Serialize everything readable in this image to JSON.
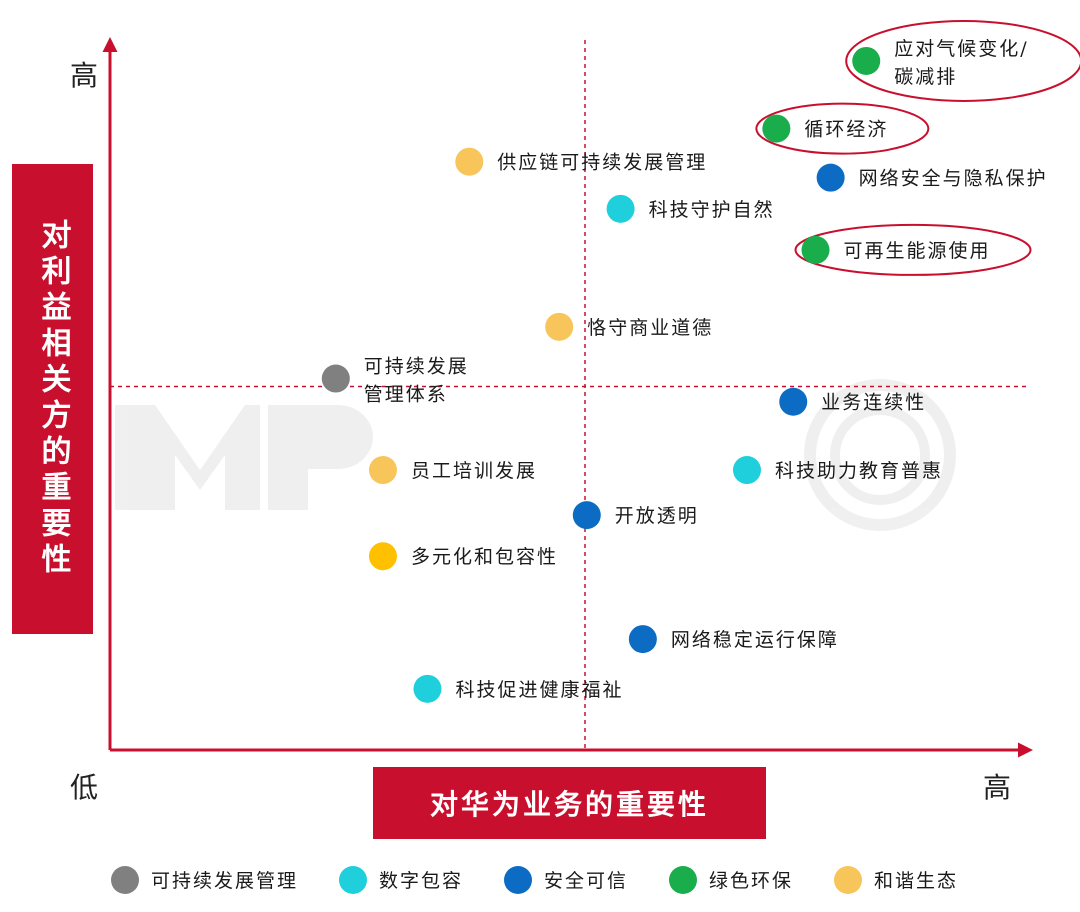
{
  "chart_data": {
    "type": "scatter",
    "xlabel": "对华为业务的重要性",
    "ylabel": "对利益相关方的重要性",
    "x_low": "低",
    "x_high": "高",
    "y_high": "高",
    "xlim": [
      0,
      100
    ],
    "ylim": [
      0,
      100
    ],
    "divider_x": 50,
    "divider_y": 50,
    "grid": false,
    "legend_position": "bottom",
    "colors": {
      "管理": "#808080",
      "数字": "#1fcfdc",
      "安全": "#0c6cc4",
      "绿色": "#1aad4b",
      "和谐": "#f7c55a",
      "和谐深": "#ffc000",
      "axis": "#c8102e"
    },
    "legend": [
      {
        "key": "管理",
        "label": "可持续发展管理"
      },
      {
        "key": "数字",
        "label": "数字包容"
      },
      {
        "key": "安全",
        "label": "安全可信"
      },
      {
        "key": "绿色",
        "label": "绿色环保"
      },
      {
        "key": "和谐",
        "label": "和谐生态"
      }
    ],
    "points": [
      {
        "label": "应对气候变化/",
        "label2": "碳减排",
        "x": 81.6,
        "y": 99.1,
        "cat": "绿色",
        "highlight": true
      },
      {
        "label": "循环经济",
        "x": 71.5,
        "y": 88.9,
        "cat": "绿色",
        "highlight": true
      },
      {
        "label": "供应链可持续发展管理",
        "x": 37.0,
        "y": 83.9,
        "cat": "和谐"
      },
      {
        "label": "网络安全与隐私保护",
        "x": 77.6,
        "y": 81.5,
        "cat": "安全"
      },
      {
        "label": "科技守护自然",
        "x": 54.0,
        "y": 76.8,
        "cat": "数字"
      },
      {
        "label": "可再生能源使用",
        "x": 75.9,
        "y": 70.6,
        "cat": "绿色",
        "highlight": true
      },
      {
        "label": "恪守商业道德",
        "x": 47.1,
        "y": 59.0,
        "cat": "和谐"
      },
      {
        "label": "可持续发展",
        "label2": "管理体系",
        "x": 22.0,
        "y": 51.2,
        "cat": "管理"
      },
      {
        "label": "业务连续性",
        "x": 73.4,
        "y": 47.7,
        "cat": "安全"
      },
      {
        "label": "员工培训发展",
        "x": 27.3,
        "y": 37.4,
        "cat": "和谐"
      },
      {
        "label": "科技助力教育普惠",
        "x": 68.2,
        "y": 37.4,
        "cat": "数字"
      },
      {
        "label": "开放透明",
        "x": 50.2,
        "y": 30.6,
        "cat": "安全"
      },
      {
        "label": "多元化和包容性",
        "x": 27.3,
        "y": 24.4,
        "cat": "和谐深"
      },
      {
        "label": "网络稳定运行保障",
        "x": 56.5,
        "y": 11.9,
        "cat": "安全"
      },
      {
        "label": "科技促进健康福祉",
        "x": 32.3,
        "y": 4.4,
        "cat": "数字"
      }
    ]
  }
}
